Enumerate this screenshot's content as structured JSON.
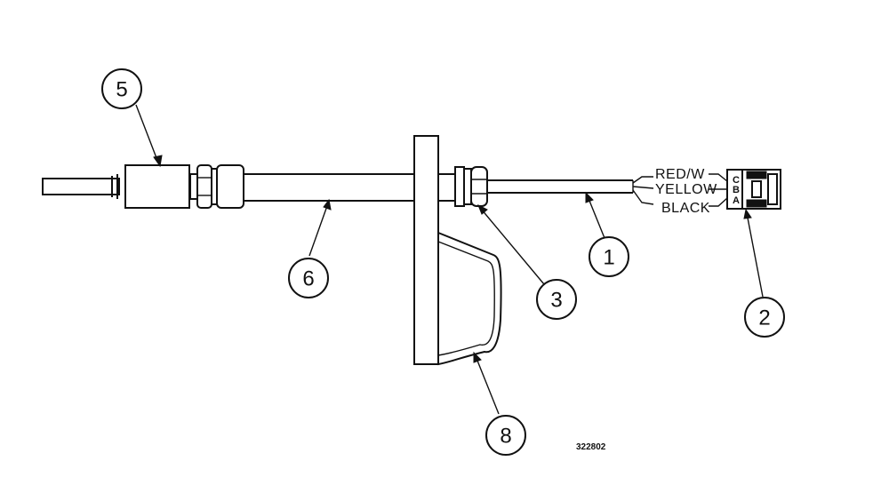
{
  "callouts": [
    {
      "id": "1",
      "label": "1"
    },
    {
      "id": "2",
      "label": "2"
    },
    {
      "id": "3",
      "label": "3"
    },
    {
      "id": "5",
      "label": "5"
    },
    {
      "id": "6",
      "label": "6"
    },
    {
      "id": "8",
      "label": "8"
    }
  ],
  "wires": {
    "red": "RED/W",
    "yellow": "YELLOW",
    "black": "BLACK"
  },
  "connector_pins": [
    "C",
    "B",
    "A"
  ],
  "drawing_number": "322802"
}
